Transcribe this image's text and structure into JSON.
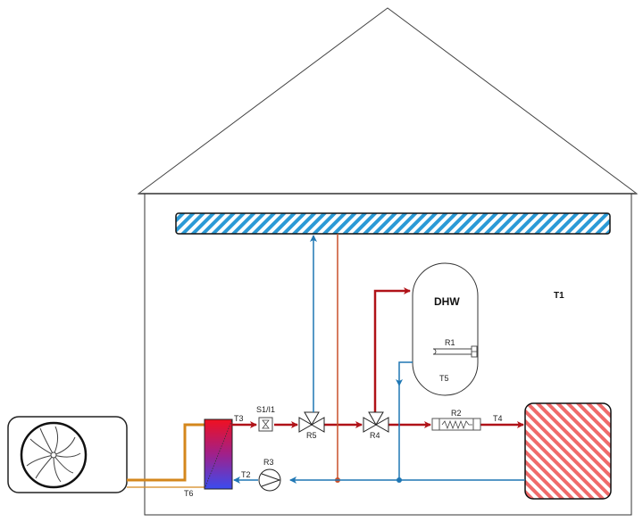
{
  "diagram": {
    "title": "Heat pump heating system schematic",
    "colors": {
      "supply": "#b01218",
      "return": "#1f77b4",
      "outdoor_pipe": "#d4871c",
      "bypass_pipe": "#c8502a",
      "floor_heating_hatch": "#2b9ad6",
      "radiator_hatch": "#ef6a6a",
      "outline": "#222222"
    },
    "components": {
      "outdoor_unit": {
        "label": "",
        "icon": "fan-icon"
      },
      "heat_exchanger": {
        "label_top": "T3",
        "label_bottom": "T6"
      },
      "flow_sensor": {
        "label": "S1/I1"
      },
      "valve_r5": {
        "label": "R5"
      },
      "valve_r4": {
        "label": "R4"
      },
      "pump_r3": {
        "label": "R3"
      },
      "return_sensor": {
        "label": "T2"
      },
      "backup_heater": {
        "label": "R2"
      },
      "supply_sensor": {
        "label": "T4"
      },
      "dhw_tank": {
        "label": "DHW",
        "heater_label": "R1",
        "sensor_label": "T5"
      },
      "room_sensor": {
        "label": "T1"
      },
      "floor_heating": {
        "label": ""
      },
      "radiator": {
        "label": ""
      }
    }
  }
}
